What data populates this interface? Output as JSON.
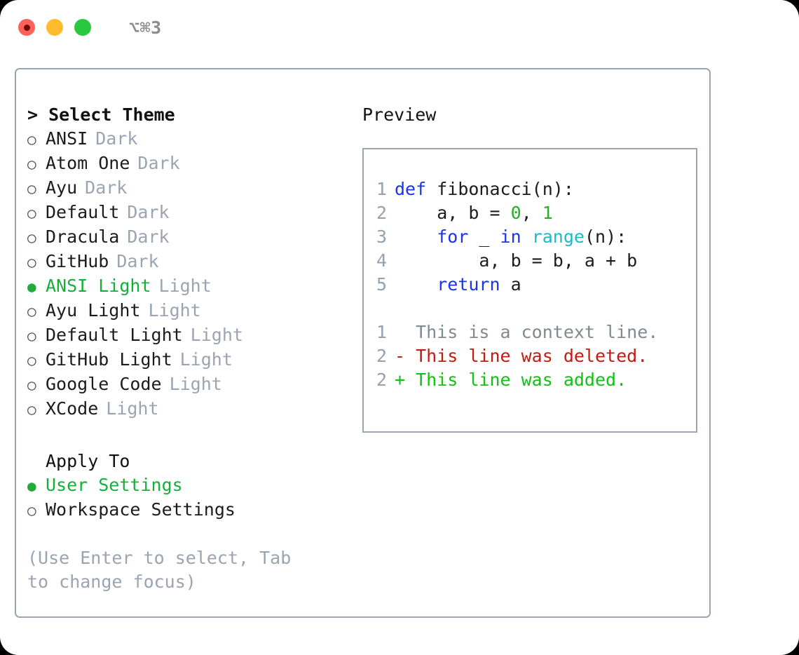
{
  "titlebar": {
    "shortcut": "⌥⌘3",
    "dots": [
      {
        "name": "close-button",
        "color": "#ff6259"
      },
      {
        "name": "minimize-button",
        "color": "#ffbd2e"
      },
      {
        "name": "maximize-button",
        "color": "#28c840"
      }
    ]
  },
  "theme_section": {
    "heading": "> Select Theme",
    "items": [
      {
        "bullet": "○",
        "name": "ANSI",
        "kind": "Dark",
        "selected": false
      },
      {
        "bullet": "○",
        "name": "Atom One",
        "kind": "Dark",
        "selected": false
      },
      {
        "bullet": "○",
        "name": "Ayu",
        "kind": "Dark",
        "selected": false
      },
      {
        "bullet": "○",
        "name": "Default",
        "kind": "Dark",
        "selected": false
      },
      {
        "bullet": "○",
        "name": "Dracula",
        "kind": "Dark",
        "selected": false
      },
      {
        "bullet": "○",
        "name": "GitHub",
        "kind": "Dark",
        "selected": false
      },
      {
        "bullet": "●",
        "name": "ANSI Light",
        "kind": "Light",
        "selected": true
      },
      {
        "bullet": "○",
        "name": "Ayu Light",
        "kind": "Light",
        "selected": false
      },
      {
        "bullet": "○",
        "name": "Default Light",
        "kind": "Light",
        "selected": false
      },
      {
        "bullet": "○",
        "name": "GitHub Light",
        "kind": "Light",
        "selected": false
      },
      {
        "bullet": "○",
        "name": "Google Code",
        "kind": "Light",
        "selected": false
      },
      {
        "bullet": "○",
        "name": "XCode",
        "kind": "Light",
        "selected": false
      }
    ]
  },
  "apply_section": {
    "heading": "Apply To",
    "items": [
      {
        "bullet": "●",
        "name": "User Settings",
        "selected": true
      },
      {
        "bullet": "○",
        "name": "Workspace Settings",
        "selected": false
      }
    ]
  },
  "help_text": "(Use Enter to select, Tab to change focus)",
  "preview": {
    "heading": "Preview",
    "code_lines": [
      {
        "lineno": "1",
        "tokens": [
          {
            "text": "def ",
            "type": "kw"
          },
          {
            "text": "fibonacci(n):",
            "type": "plain"
          }
        ]
      },
      {
        "lineno": "2",
        "tokens": [
          {
            "text": "    a, b = ",
            "type": "plain"
          },
          {
            "text": "0",
            "type": "num"
          },
          {
            "text": ", ",
            "type": "plain"
          },
          {
            "text": "1",
            "type": "num"
          }
        ]
      },
      {
        "lineno": "3",
        "tokens": [
          {
            "text": "    ",
            "type": "plain"
          },
          {
            "text": "for",
            "type": "kw"
          },
          {
            "text": " _ ",
            "type": "plain"
          },
          {
            "text": "in",
            "type": "kw"
          },
          {
            "text": " ",
            "type": "plain"
          },
          {
            "text": "range",
            "type": "builtin"
          },
          {
            "text": "(n):",
            "type": "plain"
          }
        ]
      },
      {
        "lineno": "4",
        "tokens": [
          {
            "text": "        a, b = b, a + b",
            "type": "plain"
          }
        ]
      },
      {
        "lineno": "5",
        "tokens": [
          {
            "text": "    ",
            "type": "plain"
          },
          {
            "text": "return",
            "type": "kw"
          },
          {
            "text": " a",
            "type": "plain"
          }
        ]
      }
    ],
    "diff_lines": [
      {
        "lineno": "1",
        "marker": " ",
        "text": " This is a context line.",
        "type": "context"
      },
      {
        "lineno": "2",
        "marker": "-",
        "text": " This line was deleted.",
        "type": "del"
      },
      {
        "lineno": "2",
        "marker": "+",
        "text": " This line was added.",
        "type": "add"
      }
    ]
  },
  "colors": {
    "accent_green": "#14b03a",
    "border": "#9aa6b4",
    "muted": "#9aa4b2",
    "keyword": "#1a34f0",
    "number": "#18b818",
    "builtin": "#18bcc8",
    "diff_delete": "#c41a12",
    "diff_add": "#13c113",
    "diff_context": "#808a91"
  }
}
